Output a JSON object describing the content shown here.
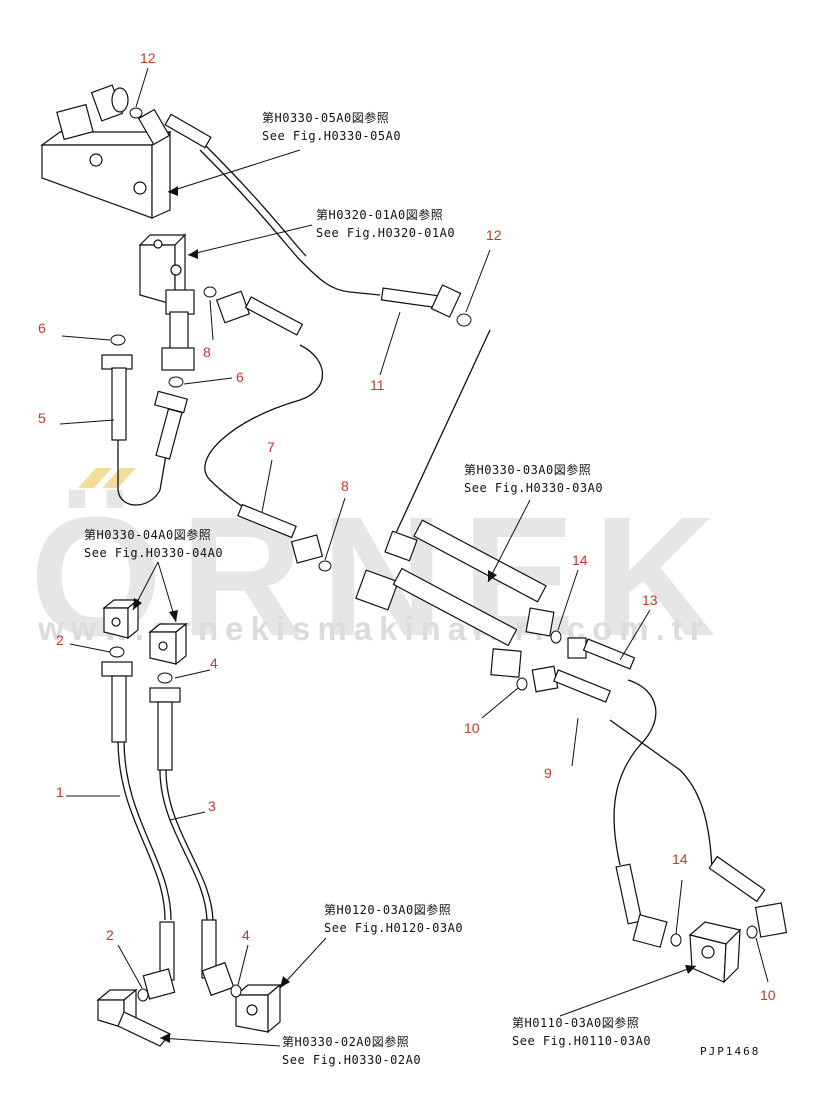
{
  "watermark": {
    "brand": "ÖRNEK",
    "url": "www.ornekismakinalari.com.tr"
  },
  "references": [
    {
      "jp": "第H0330-05A0図参照",
      "en": "See Fig.H0330-05A0"
    },
    {
      "jp": "第H0320-01A0図参照",
      "en": "See Fig.H0320-01A0"
    },
    {
      "jp": "第H0330-03A0図参照",
      "en": "See Fig.H0330-03A0"
    },
    {
      "jp": "第H0330-04A0図参照",
      "en": "See Fig.H0330-04A0"
    },
    {
      "jp": "第H0120-03A0図参照",
      "en": "See Fig.H0120-03A0"
    },
    {
      "jp": "第H0330-02A0図参照",
      "en": "See Fig.H0330-02A0"
    },
    {
      "jp": "第H0110-03A0図参照",
      "en": "See Fig.H0110-03A0"
    }
  ],
  "callouts": [
    "12",
    "12",
    "6",
    "8",
    "6",
    "5",
    "11",
    "7",
    "8",
    "14",
    "13",
    "2",
    "4",
    "10",
    "9",
    "1",
    "3",
    "14",
    "2",
    "4",
    "10"
  ],
  "drawing_code": "PJP1468",
  "colors": {
    "callout": "#c0392b",
    "line": "#111111",
    "watermark": "#e6e6e6"
  }
}
